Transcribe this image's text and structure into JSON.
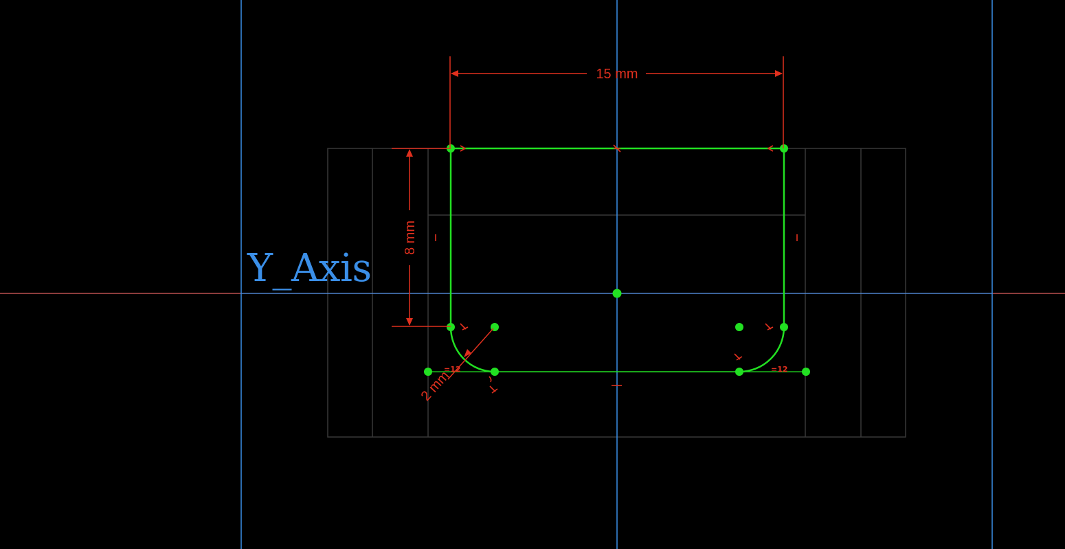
{
  "viewport": {
    "background_color": "#000000",
    "axis_color": "#3b8fe8",
    "h_axis_color": "#e06060",
    "geometry_color": "#22e022",
    "constraint_color": "#e0301e",
    "ghost_color": "#3a3a3a"
  },
  "axis_label": "Y_Axis",
  "dimensions": {
    "width": "15 mm",
    "height": "8 mm",
    "radius": "2 mm"
  },
  "constraint_labels": {
    "equal_left": "=12",
    "equal_right": "=12"
  }
}
